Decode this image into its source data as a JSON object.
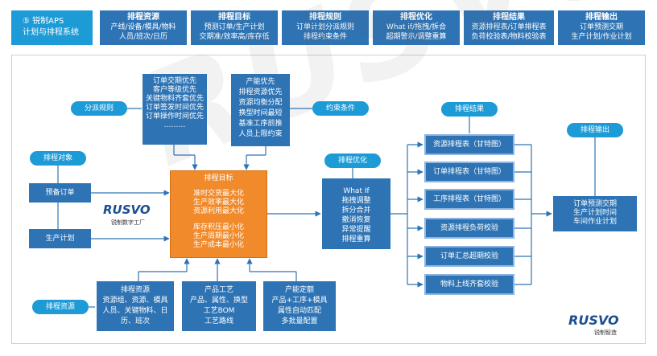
{
  "header": {
    "title_lines": [
      "⑤ 锐制APS",
      "计划与排程系统"
    ],
    "sections": [
      {
        "title": "排程资源",
        "lines": [
          "产线/设备/模具/物料",
          "人员/班次/日历"
        ]
      },
      {
        "title": "排程目标",
        "lines": [
          "预测订单/生产计划",
          "交期准/效率高/库存低"
        ]
      },
      {
        "title": "排程规则",
        "lines": [
          "订单计划分派规则",
          "排程约束条件"
        ]
      },
      {
        "title": "排程优化",
        "lines": [
          "What if/拖拽/拆合",
          "超期警示/调整重算"
        ]
      },
      {
        "title": "排程结果",
        "lines": [
          "资源排程表/订单排程表",
          "负荷校验表/物料校验表"
        ]
      },
      {
        "title": "排程输出",
        "lines": [
          "订单预测交期",
          "生产计划/作业计划"
        ]
      }
    ]
  },
  "watermark": "RUSVO",
  "labels": {
    "dispatch_rules": "分派规则",
    "constraints": "约束条件",
    "objects": "排程对象",
    "optimization": "排程优化",
    "results": "排程结果",
    "output": "排程输出",
    "resources": "排程资源"
  },
  "dispatch_rules_box": [
    "订单交期优先",
    "客户等级优先",
    "关键物料齐套优先",
    "订单签发时间优先",
    "订单操作时间优先",
    "………"
  ],
  "constraints_box": [
    "产能优先",
    "排程资源优先",
    "资源均衡分配",
    "换型时间最短",
    "基准工序前推",
    "人员上限约束"
  ],
  "inputs": {
    "forecast_order": "预备订单",
    "production_plan": "生产计划"
  },
  "center": {
    "title": "排程目标",
    "group1": [
      "准时交货最大化",
      "生产效率最大化",
      "资源利用最大化"
    ],
    "group2": [
      "库存积压最小化",
      "生产周期最小化",
      "生产成本最小化"
    ]
  },
  "bottom_boxes": [
    [
      "排程资源",
      "资源组、资源、模具",
      "人员、关键物料、日",
      "历、班次"
    ],
    [
      "产品工艺",
      "产品、属性、换型",
      "工艺BOM",
      "工艺路线"
    ],
    [
      "产能定额",
      "产品+工序+模具",
      "属性自动匹配",
      "多批量配置"
    ]
  ],
  "whatif_box": [
    "What If",
    "拖拽调整",
    "拆分合并",
    "撤消恢复",
    "异常提醒",
    "排程重算"
  ],
  "result_boxes": [
    "资源排程表（甘特图）",
    "订单排程表（甘特图）",
    "工序排程表（甘特图）",
    "资源排程负荷校验",
    "订单汇总超期校验",
    "物料上线齐套校验"
  ],
  "output_box": [
    "订单预测交期",
    "生产计划时间",
    "车间作业计划"
  ],
  "logos": {
    "left_mark": "RUSVO",
    "left_sub": "锐制数字工厂",
    "right_mark": "RUSVO",
    "right_sub": "锐制智造"
  },
  "colors": {
    "header_blue": "#2e74b5",
    "accent_cyan": "#1d9bd7",
    "center_orange": "#f08a2b",
    "logo_navy": "#1b4f8f"
  }
}
